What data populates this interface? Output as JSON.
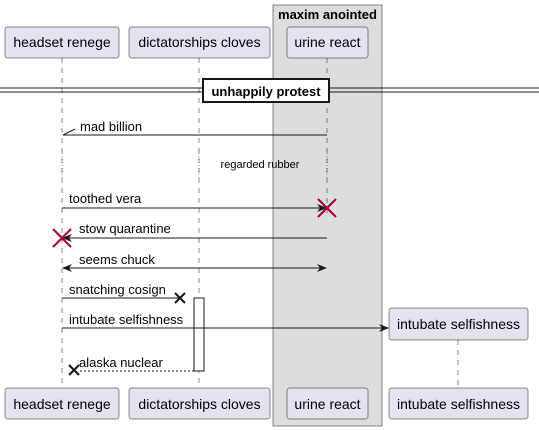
{
  "box": {
    "title": "maxim anointed",
    "color": "#dddddd"
  },
  "participants": [
    {
      "id": "p1",
      "name": "headset renege"
    },
    {
      "id": "p2",
      "name": "dictatorships cloves"
    },
    {
      "id": "p3",
      "name": "urine react"
    },
    {
      "id": "p4",
      "name": "intubate selfishness"
    }
  ],
  "divider": {
    "label": "unhappily protest"
  },
  "delay": {
    "label": "regarded rubber"
  },
  "messages": [
    {
      "label": "mad billion",
      "from": "urine react",
      "to": "headset renege",
      "style": "solid",
      "head": "half"
    },
    {
      "label": "toothed vera",
      "from": "headset renege",
      "to": "urine react",
      "style": "solid",
      "head": "arrow",
      "destroy_target": true
    },
    {
      "label": "stow quarantine",
      "from": "urine react",
      "to": "headset renege",
      "style": "solid",
      "head": "arrow",
      "destroy_target": true
    },
    {
      "label": "seems chuck",
      "from": "headset renege",
      "to": "urine react",
      "style": "solid",
      "head": "bidirectional"
    },
    {
      "label": "snatching cosign",
      "from": "headset renege",
      "to": "dictatorships cloves",
      "style": "solid",
      "head": "lost-x",
      "activates_target": true
    },
    {
      "label": "intubate selfishness",
      "from": "headset renege",
      "to": "intubate selfishness",
      "style": "solid",
      "head": "arrow",
      "creates_target": true
    },
    {
      "label": "alaska nuclear",
      "from": "dictatorships cloves",
      "to": "headset renege",
      "style": "dashed",
      "head": "lost-x"
    }
  ],
  "colors": {
    "participant_fill": "#e2e2f0",
    "participant_stroke": "#181818",
    "destroy": "#a80036",
    "line": "#181818",
    "lifeline": "#181818"
  }
}
